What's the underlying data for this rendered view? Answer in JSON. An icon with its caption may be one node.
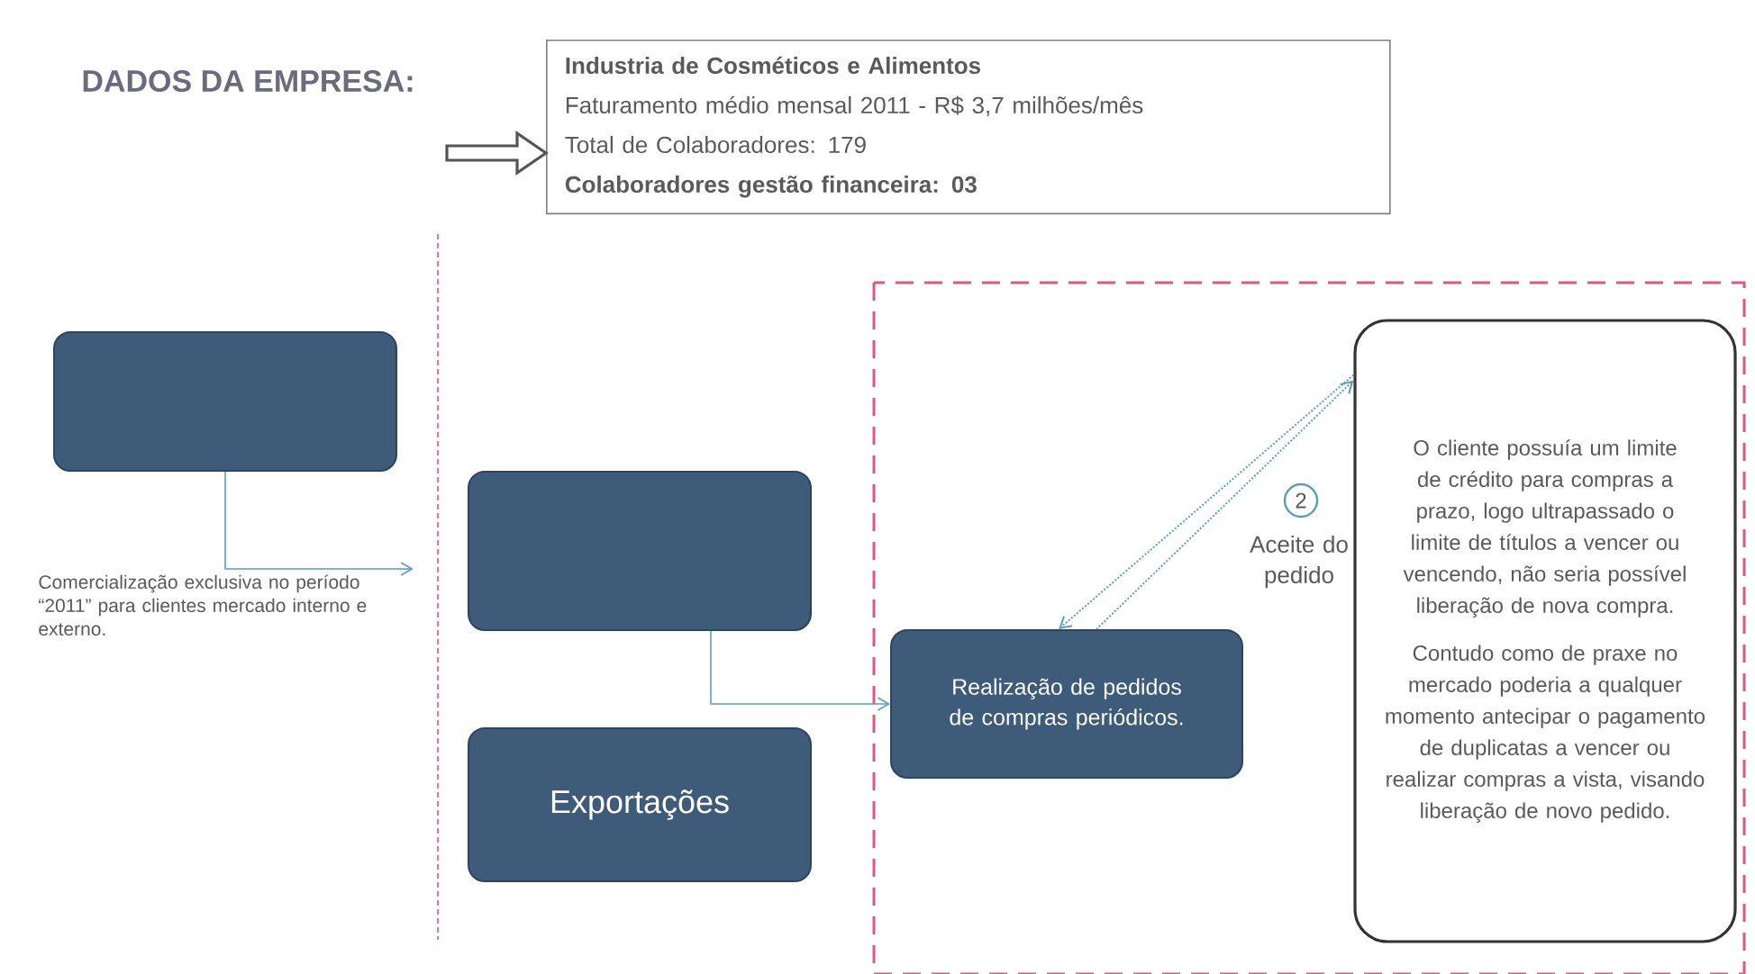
{
  "diagram": {
    "title": "DADOS DA EMPRESA:",
    "nodes": [
      {
        "text": [
          "Industria de Cosméticos e Alimentos",
          "Faturamento médio mensal 2011 - R$ 3,7 milhões/mês",
          "Total de Colaboradores: 179",
          "Colaboradores gestão financeira: 03"
        ]
      },
      {
        "text": [],
        "shape": "box"
      },
      {
        "text": [
          "Comercialização exclusiva no período “2011” para clientes mercado interno e externo."
        ]
      },
      {
        "text": [],
        "shape": "box"
      },
      {
        "text": [
          "Exportações"
        ]
      },
      {
        "text": [
          "Realização de pedidos de compras periódicos."
        ]
      },
      {
        "text": [
          "O cliente possuía um limite de crédito para compras a prazo, logo ultrapassado o limite de títulos a vencer ou vencendo, não seria possível liberação de nova compra.",
          "Contudo como de praxe no mercado poderia a qualquer momento antecipar o pagamento de duplicatas a vencer ou realizar compras a vista, visando liberação de novo pedido."
        ]
      }
    ],
    "edges": [
      {
        "from": null,
        "to": 0,
        "arrow": "to",
        "style": "thick",
        "color": "#555555"
      },
      {
        "from": 1,
        "to": 2,
        "arrow": "to"
      },
      {
        "from": 3,
        "to": 5,
        "arrow": "to"
      },
      {
        "from": 6,
        "to": 5,
        "arrow": "to",
        "style": "dashed"
      },
      {
        "from": 5,
        "to": 6,
        "arrow": "to",
        "style": "dashed"
      }
    ],
    "labels": [
      "2",
      "Aceite do pedido"
    ]
  }
}
